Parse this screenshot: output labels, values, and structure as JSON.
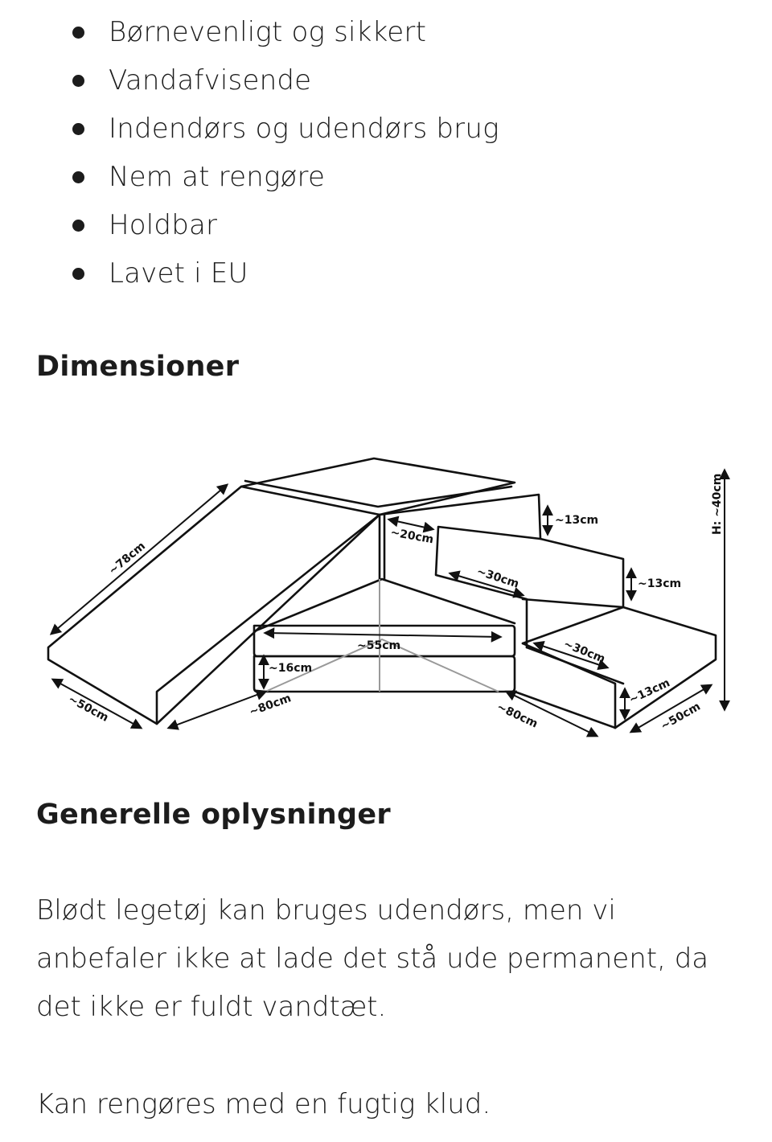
{
  "features": [
    "Børnevenligt og sikkert",
    "Vandafvisende",
    "Indendørs og udendørs brug",
    "Nem at rengøre",
    "Holdbar",
    "Lavet i EU"
  ],
  "dimensions": {
    "title": "Dimensioner",
    "labels": {
      "slide_length": "~78cm",
      "slide_width": "~50cm",
      "base_left": "~80cm",
      "base_right": "~80cm",
      "mat_length": "~55cm",
      "mat_height": "~16cm",
      "top_step_depth": "~20cm",
      "mid_step_depth": "~30cm",
      "low_step_depth": "~30cm",
      "step_height_top": "~13cm",
      "step_height_mid": "~13cm",
      "step_height_low": "~13cm",
      "stairs_width": "~50cm",
      "total_height": "H: ~40cm"
    }
  },
  "general": {
    "title": "Generelle oplysninger",
    "paragraph1": "Blødt legetøj kan bruges udendørs, men vi anbefaler ikke at lade det stå ude permanent, da det ikke er fuldt vandtæt.",
    "paragraph2": "Kan rengøres med en fugtig klud."
  }
}
